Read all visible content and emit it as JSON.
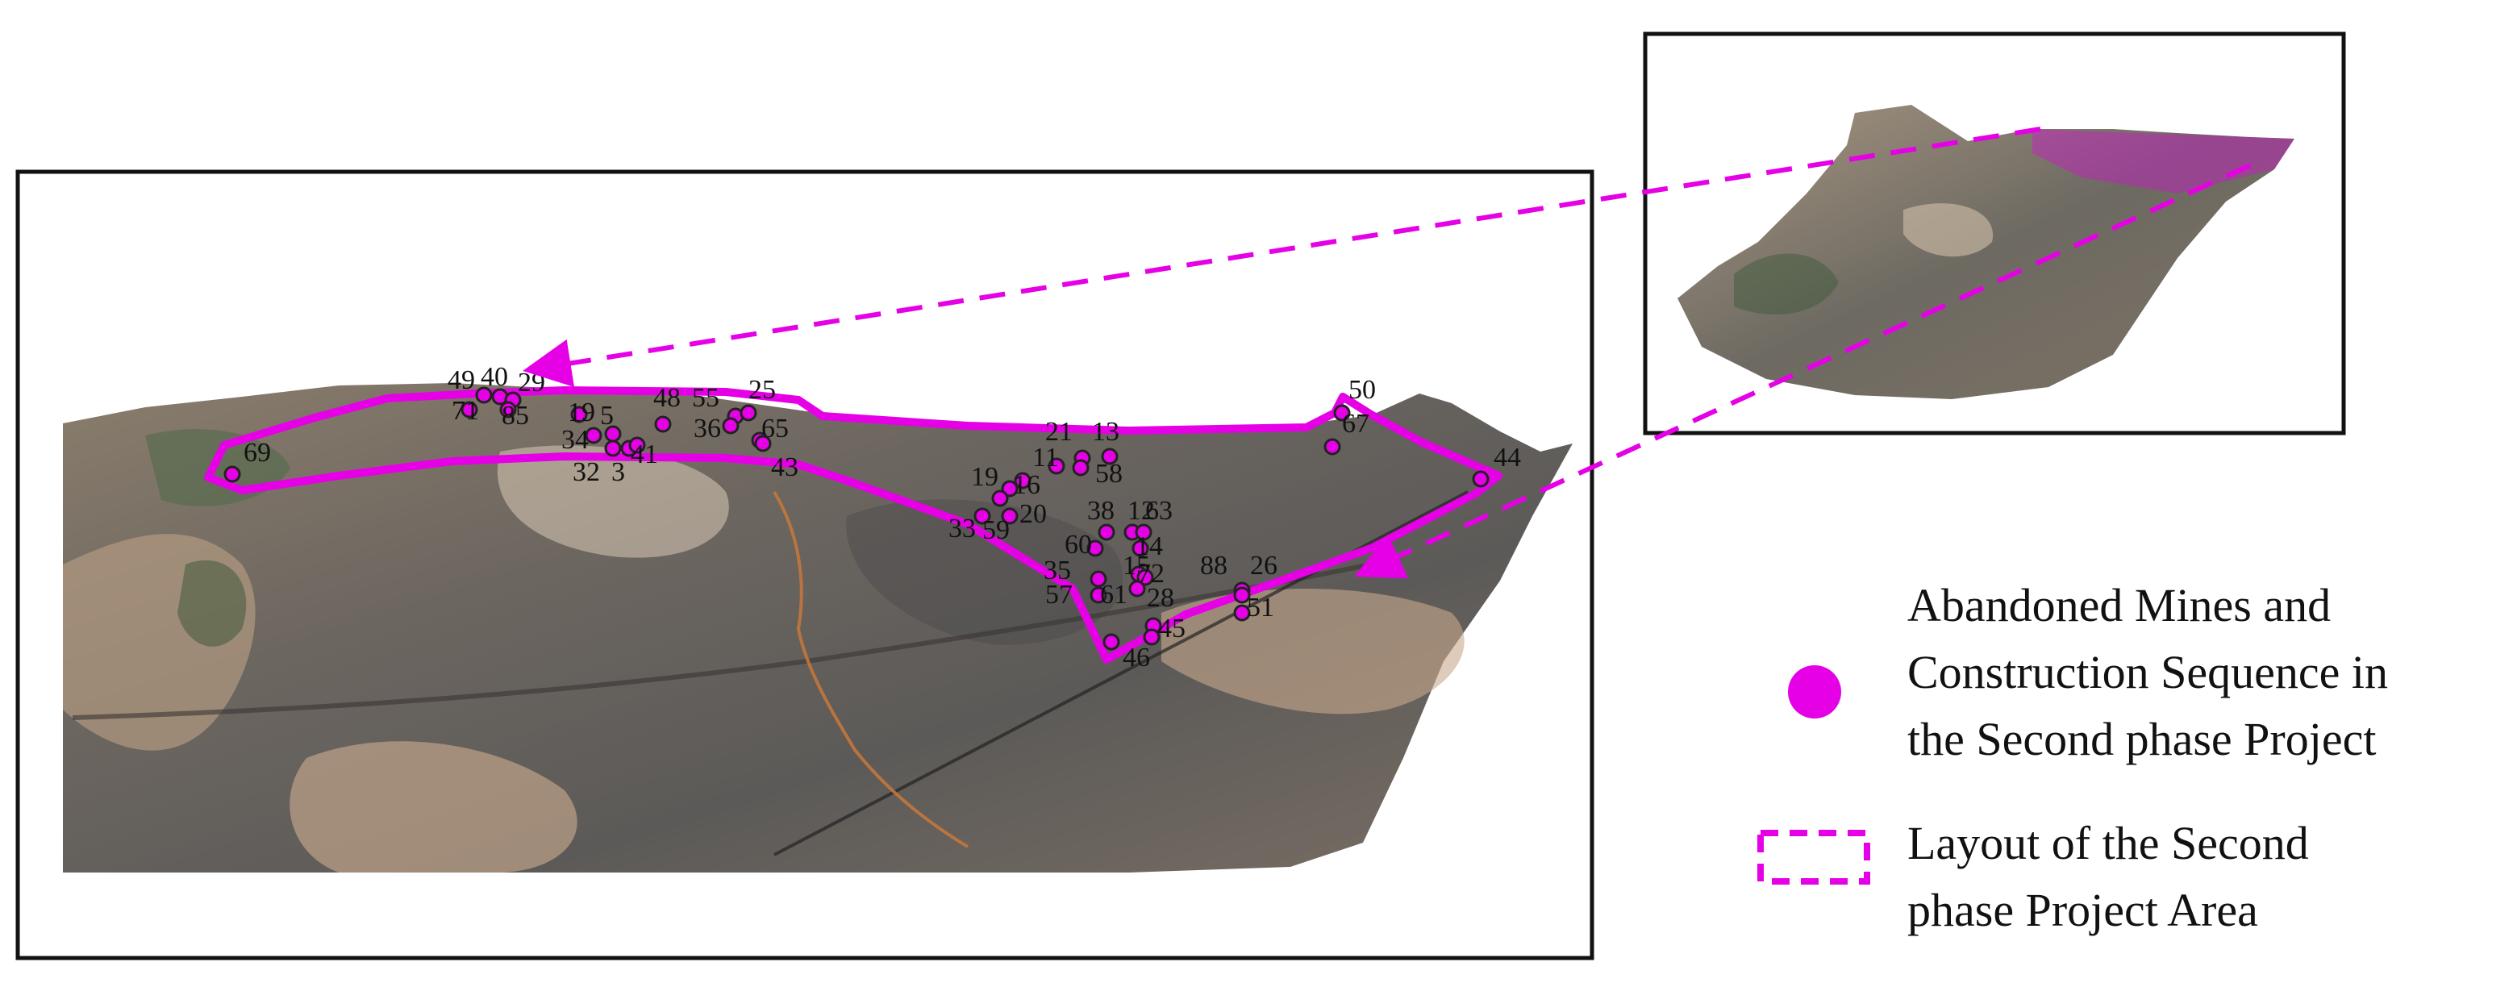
{
  "legend": {
    "mines_label_lines": [
      "Abandoned Mines and",
      "Construction Sequence in",
      "the Second phase Project"
    ],
    "area_label_lines": [
      "Layout of the Second",
      "phase Project Area"
    ],
    "mine_marker_icon": "magenta-filled-circle",
    "area_marker_icon": "magenta-dashed-rectangle"
  },
  "colors": {
    "boundary": "#e600e6",
    "marker_fill": "#e600e6",
    "marker_stroke": "#222222",
    "frame": "#111111"
  },
  "mines": [
    {
      "label": "49"
    },
    {
      "label": "40"
    },
    {
      "label": "29"
    },
    {
      "label": "71"
    },
    {
      "label": "85"
    },
    {
      "label": "19"
    },
    {
      "label": "5"
    },
    {
      "label": "34"
    },
    {
      "label": "32"
    },
    {
      "label": "3"
    },
    {
      "label": "41"
    },
    {
      "label": "48"
    },
    {
      "label": "55"
    },
    {
      "label": "25"
    },
    {
      "label": "36"
    },
    {
      "label": "65"
    },
    {
      "label": "43"
    },
    {
      "label": "69"
    },
    {
      "label": "21"
    },
    {
      "label": "13"
    },
    {
      "label": "11"
    },
    {
      "label": "58"
    },
    {
      "label": "19"
    },
    {
      "label": "16"
    },
    {
      "label": "20"
    },
    {
      "label": "33"
    },
    {
      "label": "59"
    },
    {
      "label": "38"
    },
    {
      "label": "12"
    },
    {
      "label": "63"
    },
    {
      "label": "60"
    },
    {
      "label": "14"
    },
    {
      "label": "35"
    },
    {
      "label": "15"
    },
    {
      "label": "72"
    },
    {
      "label": "57"
    },
    {
      "label": "61"
    },
    {
      "label": "88"
    },
    {
      "label": "26"
    },
    {
      "label": "51"
    },
    {
      "label": "28"
    },
    {
      "label": "45"
    },
    {
      "label": "46"
    },
    {
      "label": "50"
    },
    {
      "label": "67"
    },
    {
      "label": "44"
    }
  ]
}
